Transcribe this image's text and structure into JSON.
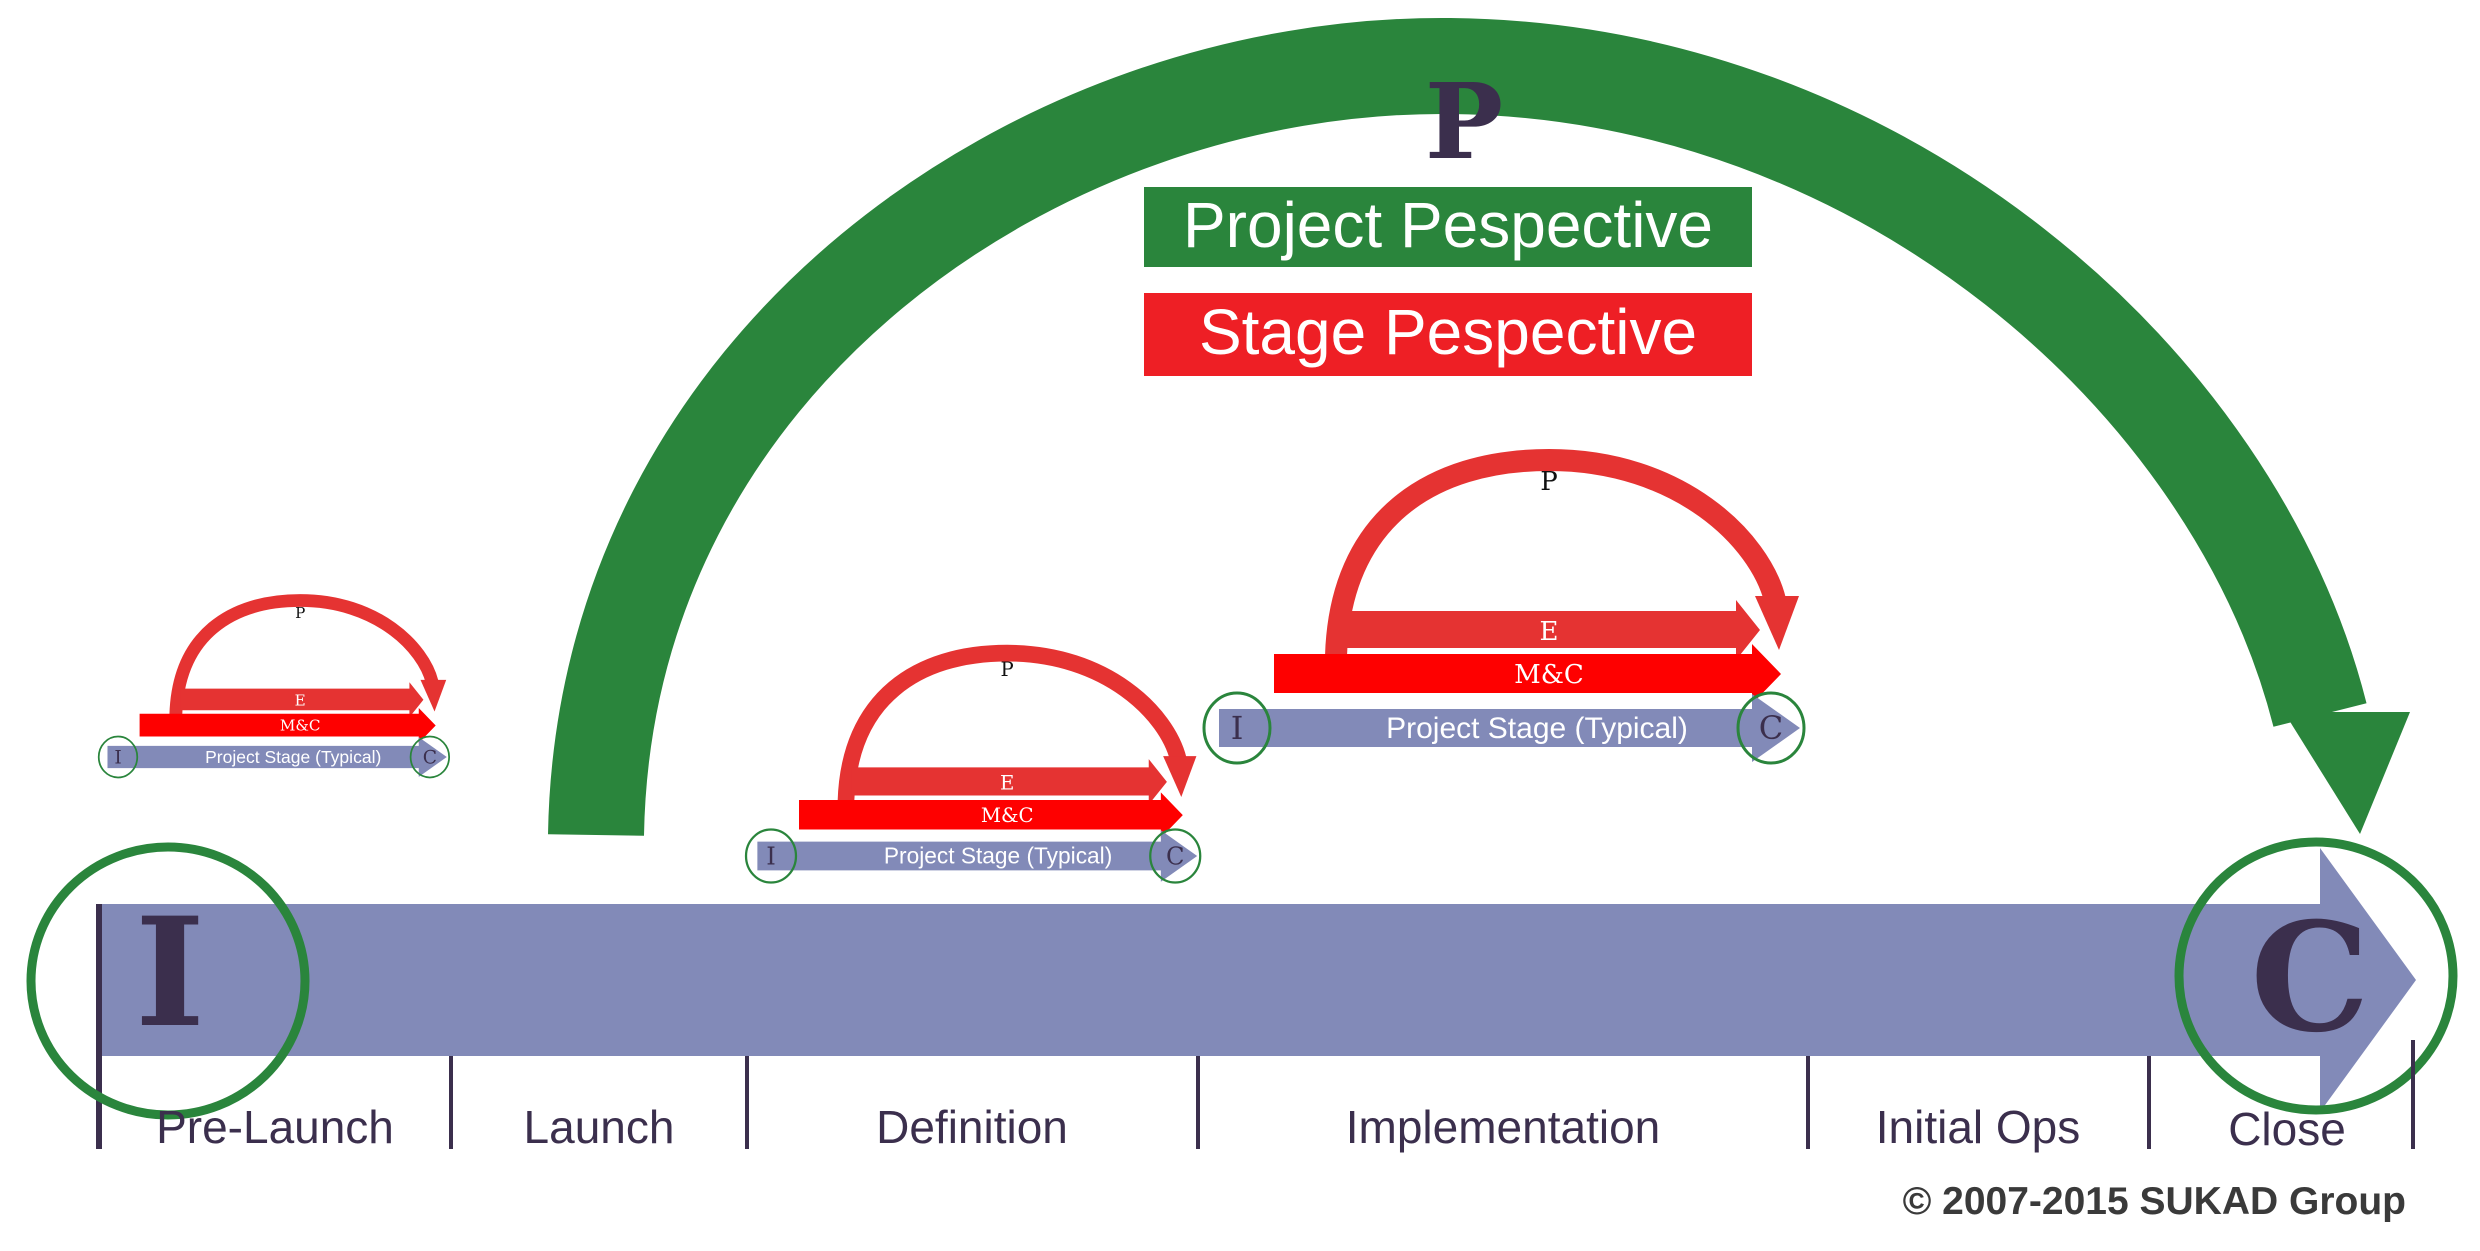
{
  "colors": {
    "project_green": "#2a853c",
    "stage_red": "#e53332",
    "mc_red": "#fe0000",
    "bar_blue": "#828ab8",
    "dark_text": "#3b2f4d"
  },
  "legend": {
    "symbol": "P",
    "project": "Project Pespective",
    "stage": "Stage Pespective"
  },
  "main_bar": {
    "start_letter": "I",
    "end_letter": "C"
  },
  "stages": [
    "Pre-Launch",
    "Launch",
    "Definition",
    "Implementation",
    "Initial Ops",
    "Close"
  ],
  "mini_diagram": {
    "p_label": "P",
    "e_label": "E",
    "mc_label": "M&C",
    "bar_label": "Project Stage (Typical)",
    "start_letter": "I",
    "end_letter": "C"
  },
  "copyright": "© 2007-2015 SUKAD Group"
}
